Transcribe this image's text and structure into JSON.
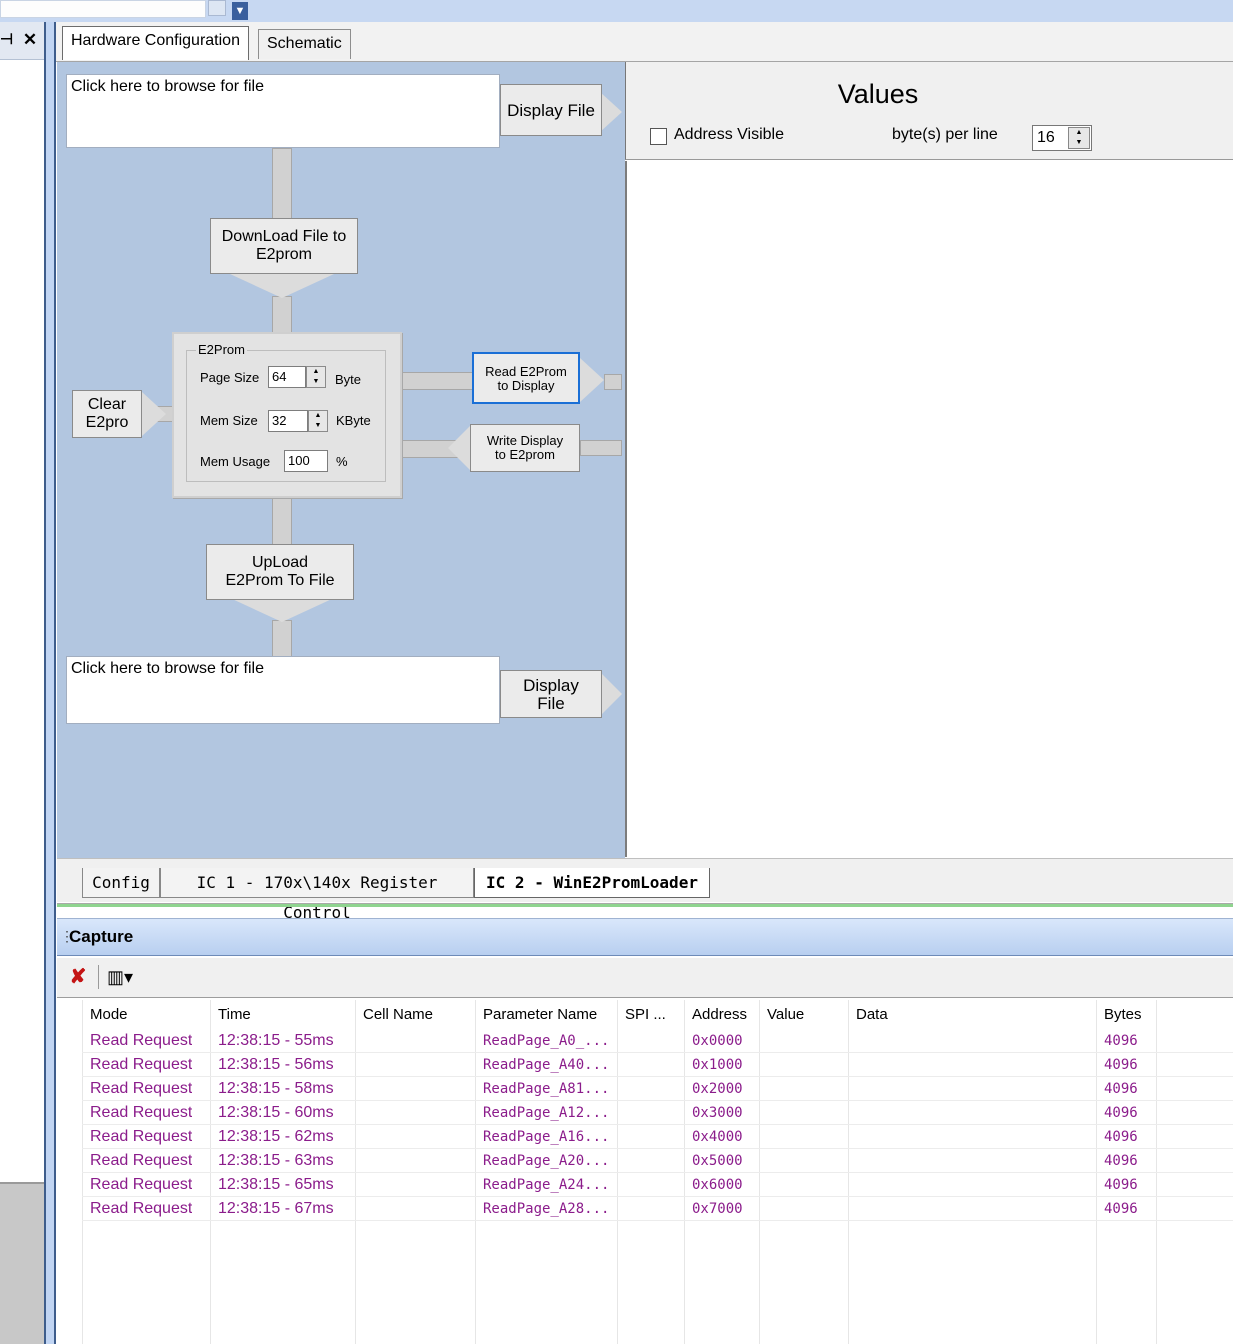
{
  "tabs": {
    "hardware_configuration": "Hardware Configuration",
    "schematic": "Schematic"
  },
  "loader": {
    "input_file_placeholder": "Click here to browse for file",
    "display_file_top": "Display File",
    "download_button": [
      "DownLoad File to",
      "E2prom"
    ],
    "clear_button": [
      "Clear",
      "E2pro"
    ],
    "read_button": [
      "Read E2Prom",
      "to Display"
    ],
    "write_button": [
      "Write Display",
      "to E2prom"
    ],
    "upload_button": [
      "UpLoad",
      "E2Prom To File"
    ],
    "output_file_placeholder": "Click here to browse for file",
    "display_file_bottom": [
      "Display",
      "File"
    ],
    "e2prom": {
      "group_title": "E2Prom",
      "page_size_label": "Page Size",
      "page_size_value": "64",
      "page_size_unit": "Byte",
      "mem_size_label": "Mem Size",
      "mem_size_value": "32",
      "mem_size_unit": "KByte",
      "mem_usage_label": "Mem Usage",
      "mem_usage_value": "100",
      "mem_usage_unit": "%"
    }
  },
  "values": {
    "title": "Values",
    "address_visible_label": "Address Visible",
    "address_visible_checked": false,
    "bytes_per_line_label": "byte(s) per line",
    "bytes_per_line_value": "16"
  },
  "bottom_tabs": [
    "Config",
    "IC 1 - 170x\\140x Register Control",
    "IC 2 - WinE2PromLoader"
  ],
  "capture": {
    "title": "Capture",
    "columns": [
      "Mode",
      "Time",
      "Cell Name",
      "Parameter Name",
      "SPI ...",
      "Address",
      "Value",
      "Data",
      "Bytes"
    ],
    "rows": [
      {
        "mode": "Read Request",
        "time": "12:38:15 - 55ms",
        "cell": "",
        "param": "ReadPage_A0_...",
        "spi": "",
        "address": "0x0000",
        "value": "",
        "data": "",
        "bytes": "4096"
      },
      {
        "mode": "Read Request",
        "time": "12:38:15 - 56ms",
        "cell": "",
        "param": "ReadPage_A40...",
        "spi": "",
        "address": "0x1000",
        "value": "",
        "data": "",
        "bytes": "4096"
      },
      {
        "mode": "Read Request",
        "time": "12:38:15 - 58ms",
        "cell": "",
        "param": "ReadPage_A81...",
        "spi": "",
        "address": "0x2000",
        "value": "",
        "data": "",
        "bytes": "4096"
      },
      {
        "mode": "Read Request",
        "time": "12:38:15 - 60ms",
        "cell": "",
        "param": "ReadPage_A12...",
        "spi": "",
        "address": "0x3000",
        "value": "",
        "data": "",
        "bytes": "4096"
      },
      {
        "mode": "Read Request",
        "time": "12:38:15 - 62ms",
        "cell": "",
        "param": "ReadPage_A16...",
        "spi": "",
        "address": "0x4000",
        "value": "",
        "data": "",
        "bytes": "4096"
      },
      {
        "mode": "Read Request",
        "time": "12:38:15 - 63ms",
        "cell": "",
        "param": "ReadPage_A20...",
        "spi": "",
        "address": "0x5000",
        "value": "",
        "data": "",
        "bytes": "4096"
      },
      {
        "mode": "Read Request",
        "time": "12:38:15 - 65ms",
        "cell": "",
        "param": "ReadPage_A24...",
        "spi": "",
        "address": "0x6000",
        "value": "",
        "data": "",
        "bytes": "4096"
      },
      {
        "mode": "Read Request",
        "time": "12:38:15 - 67ms",
        "cell": "",
        "param": "ReadPage_A28...",
        "spi": "",
        "address": "0x7000",
        "value": "",
        "data": "",
        "bytes": "4096"
      }
    ]
  },
  "colors": {
    "row_text": "#8b1c8b",
    "work_area": "#b2c6e0",
    "selected_border": "#1a6fd6"
  }
}
